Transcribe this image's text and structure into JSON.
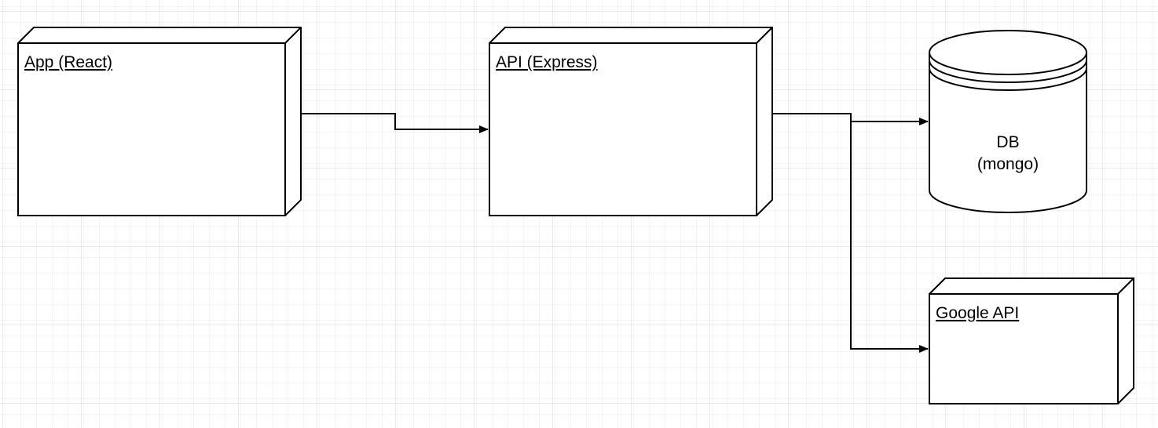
{
  "diagram": {
    "nodes": {
      "app": {
        "label": "App (React)",
        "type": "3d-box"
      },
      "api": {
        "label": "API (Express)",
        "type": "3d-box"
      },
      "db": {
        "label_line1": "DB",
        "label_line2": "(mongo)",
        "type": "cylinder"
      },
      "google": {
        "label": "Google API",
        "type": "3d-box"
      }
    },
    "edges": [
      {
        "from": "app",
        "to": "api"
      },
      {
        "from": "api",
        "to": "db"
      },
      {
        "from": "api",
        "to": "google"
      }
    ],
    "grid": true
  }
}
